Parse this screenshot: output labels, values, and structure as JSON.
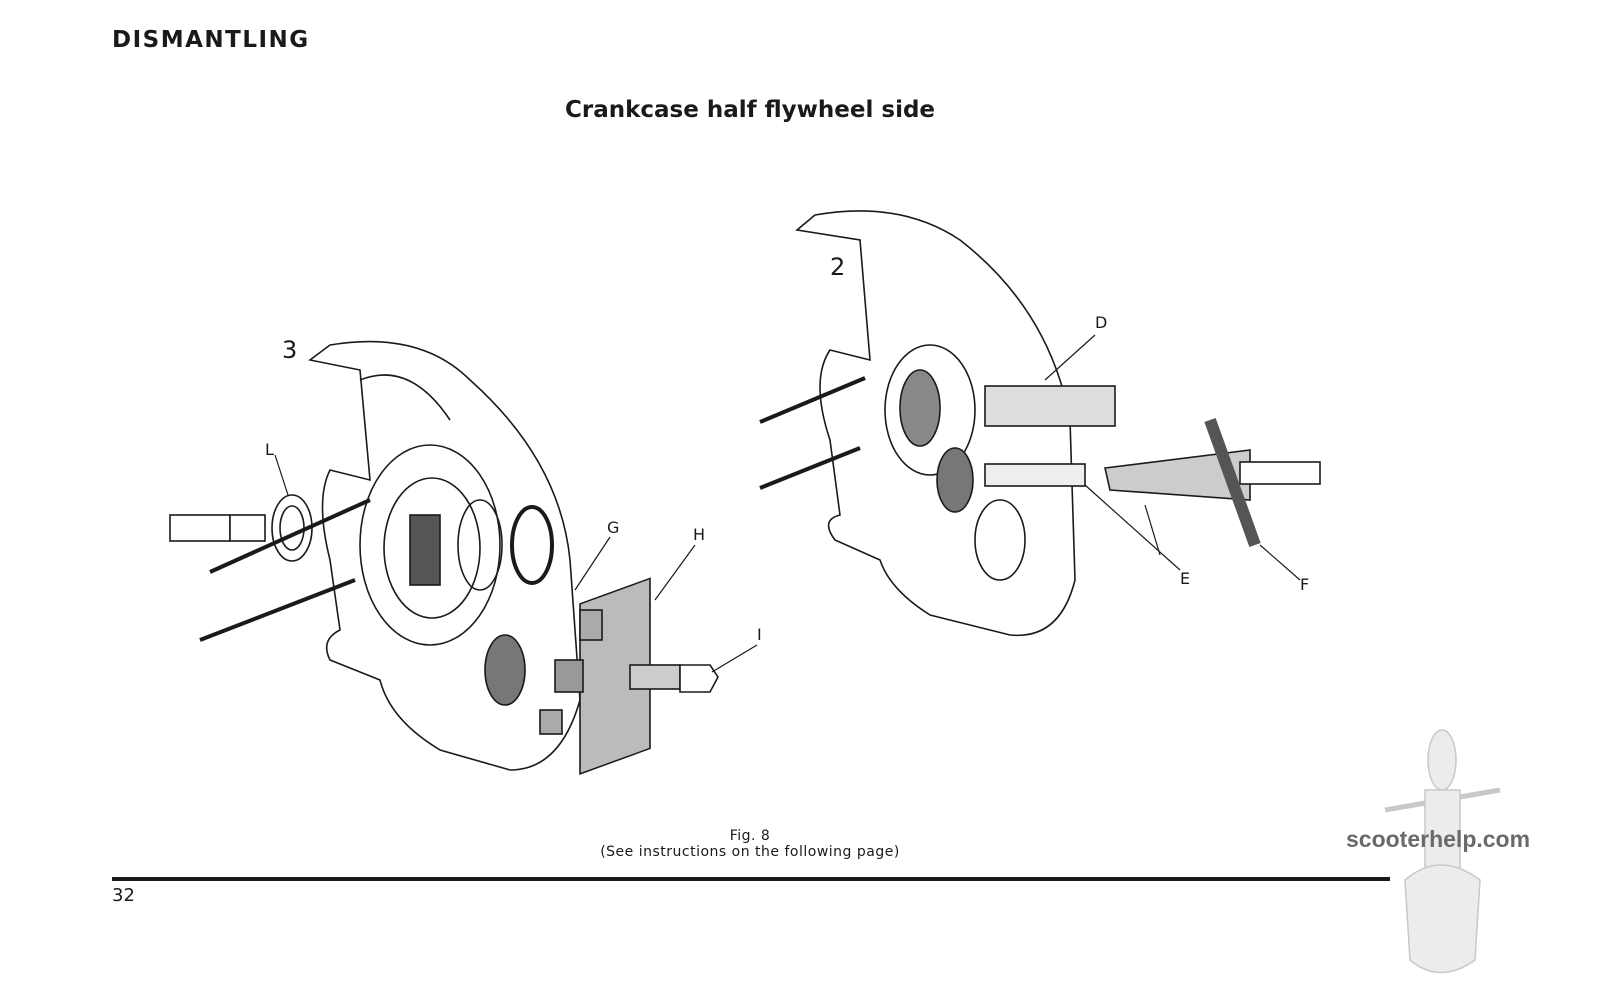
{
  "header": {
    "section": "DISMANTLING",
    "title": "Crankcase half flywheel side"
  },
  "figure": {
    "caption_fig": "Fig. 8",
    "caption_note": "(See instructions on the following page)",
    "labels": {
      "view3": "3",
      "L": "L",
      "G": "G",
      "H": "H",
      "I": "I",
      "view2": "2",
      "D": "D",
      "E": "E",
      "F": "F"
    }
  },
  "footer": {
    "page_number": "32"
  },
  "watermark": {
    "text": "scooterhelp.com"
  }
}
